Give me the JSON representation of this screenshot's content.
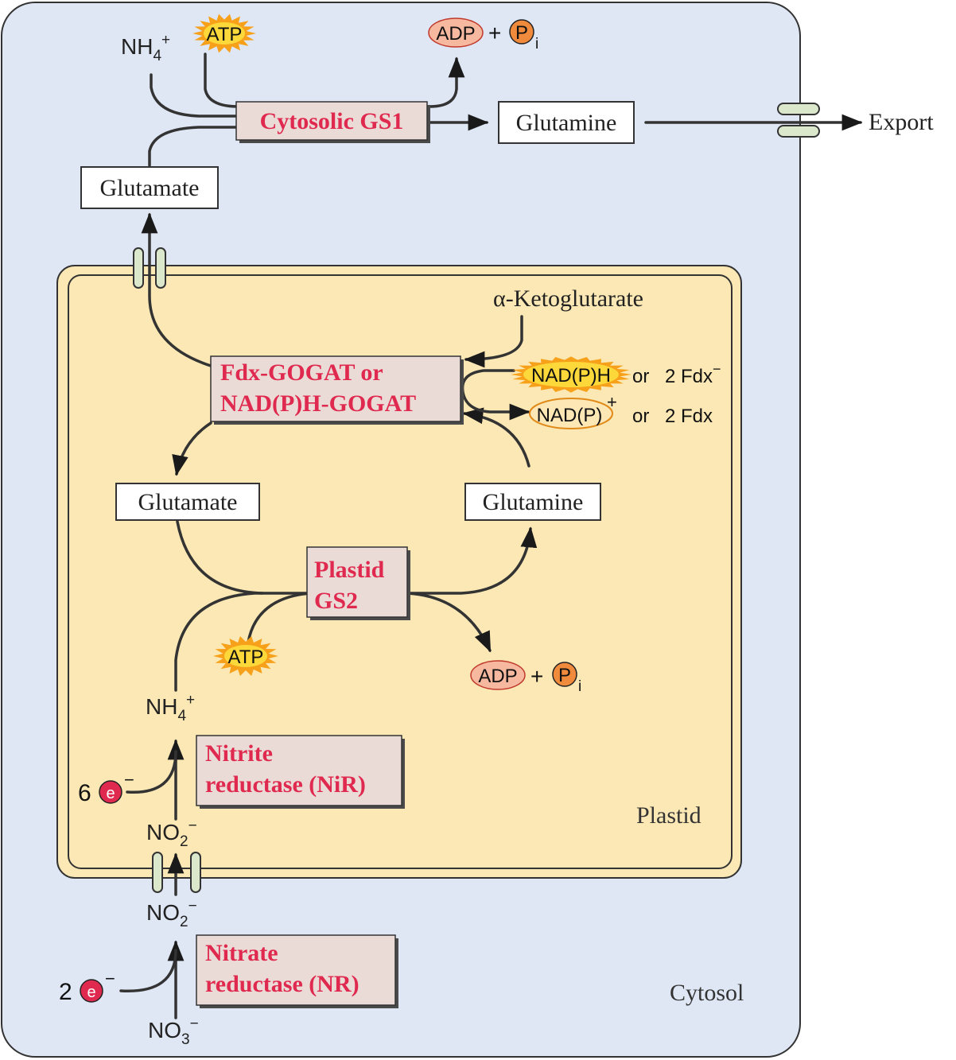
{
  "compartments": {
    "cytosol_label": "Cytosol",
    "plastid_label": "Plastid"
  },
  "metabolites": {
    "glutamine_cyto": "Glutamine",
    "glutamate_cyto": "Glutamate",
    "glutamate_plastid": "Glutamate",
    "glutamine_plastid": "Glutamine",
    "alpha_ketoglutarate": "α-Ketoglutarate",
    "export": "Export"
  },
  "enzymes": {
    "gs1": "Cytosolic GS1",
    "gogat_line1": "Fdx-GOGAT or",
    "gogat_line2": "NAD(P)H-GOGAT",
    "gs2_line1": "Plastid",
    "gs2_line2": "GS2",
    "nir_line1": "Nitrite",
    "nir_line2": "reductase (NiR)",
    "nr_line1": "Nitrate",
    "nr_line2": "reductase (NR)"
  },
  "ions": {
    "nh4_top": {
      "base": "NH",
      "sub": "4",
      "sup": "+"
    },
    "nh4_plastid": {
      "base": "NH",
      "sub": "4",
      "sup": "+"
    },
    "no2_plastid": {
      "base": "NO",
      "sub": "2",
      "sup": "−"
    },
    "no2_cyto": {
      "base": "NO",
      "sub": "2",
      "sup": "−"
    },
    "no3": {
      "base": "NO",
      "sub": "3",
      "sup": "−"
    }
  },
  "cofactors": {
    "atp": "ATP",
    "adp": "ADP",
    "plus": "+",
    "p": "P",
    "p_sub": "i",
    "nadph": "NAD(P)H",
    "nadp": "NAD(P)",
    "nadp_sup": "+",
    "or": "or",
    "fdx_reduced": "2 Fdx",
    "fdx_reduced_sup": "−",
    "fdx_oxidized": "2 Fdx",
    "electron": "e",
    "electron_sup": "−",
    "electrons_nir": "6",
    "electrons_nr": "2"
  },
  "colors": {
    "cytosol_fill": "#dfe7f5",
    "plastid_fill": "#fbe8b4",
    "enzyme_box": "#eadbd6",
    "enzyme_text": "#e0294f",
    "atp_burst": "#f7a11a",
    "atp_core": "#fcd83a",
    "adp_fill": "#f6b9a0",
    "pi_fill": "#f08a3c",
    "nadp_fill": "#fde7b5",
    "electron_fill": "#e0294f",
    "transporter": "#dbe8cc"
  }
}
